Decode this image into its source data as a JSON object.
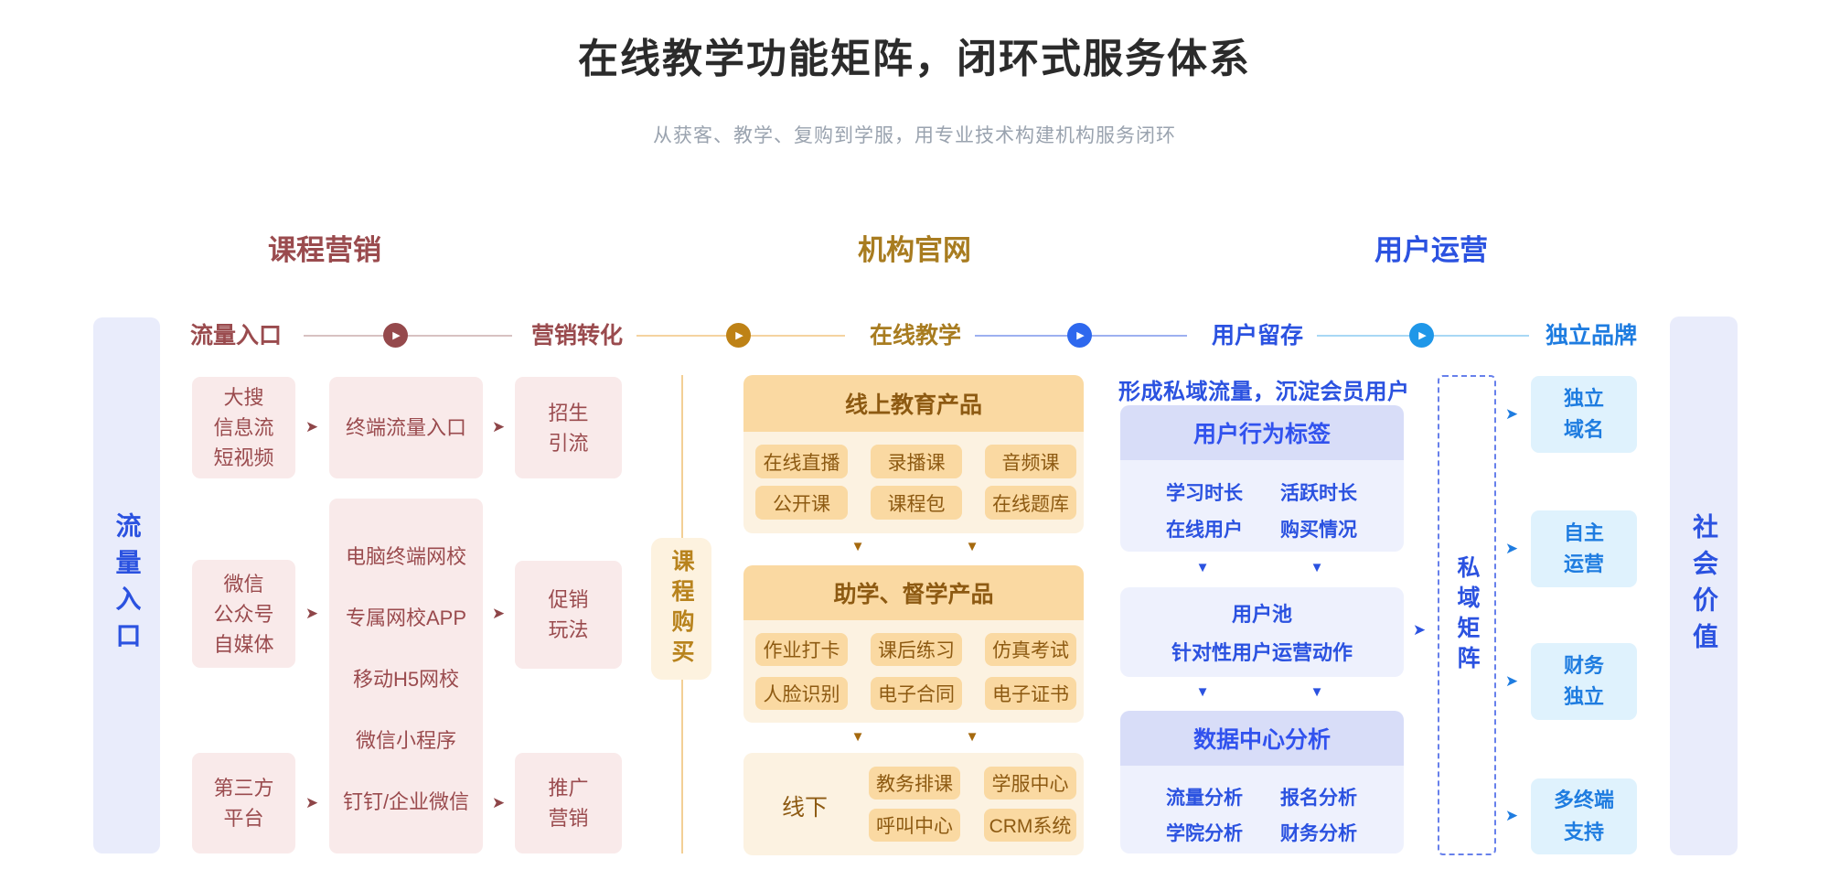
{
  "header": {
    "title": "在线教学功能矩阵，闭环式服务体系",
    "subtitle": "从获客、教学、复购到学服，用专业技术构建机构服务闭环"
  },
  "section_titles": {
    "course_marketing": "课程营销",
    "org_website": "机构官网",
    "user_operation": "用户运营"
  },
  "flow_stages": [
    "流量入口",
    "营销转化",
    "在线教学",
    "用户留存",
    "独立品牌"
  ],
  "side_bars": {
    "left": "流量入口",
    "right": "社会价值"
  },
  "traffic_sources": [
    "大搜\n信息流\n短视频",
    "微信\n公众号\n自媒体",
    "第三方\n平台"
  ],
  "terminal": {
    "entry": "终端流量入口",
    "platforms": "电脑终端网校\n专属网校APP\n移动H5网校\n微信小程序\n钉钉/企业微信"
  },
  "conversion": [
    "招生\n引流",
    "促销\n玩法",
    "推广\n营销"
  ],
  "purchase_bar": "课程购买",
  "online_products": {
    "header": "线上教育产品",
    "chips": [
      "在线直播",
      "录播课",
      "音频课",
      "公开课",
      "课程包",
      "在线题库"
    ]
  },
  "study_products": {
    "header": "助学、督学产品",
    "chips": [
      "作业打卡",
      "课后练习",
      "仿真考试",
      "人脸识别",
      "电子合同",
      "电子证书"
    ]
  },
  "offline": {
    "label": "线下",
    "chips": [
      "教务排课",
      "学服中心",
      "呼叫中心",
      "CRM系统"
    ]
  },
  "retention": {
    "headline": "形成私域流量，沉淀会员用户",
    "behavior_tags": {
      "header": "用户行为标签",
      "items": [
        "学习时长",
        "活跃时长",
        "在线用户",
        "购买情况"
      ]
    },
    "user_pool": {
      "line1": "用户池",
      "line2": "针对性用户运营动作"
    },
    "data_center": {
      "header": "数据中心分析",
      "items": [
        "流量分析",
        "报名分析",
        "学院分析",
        "财务分析"
      ]
    }
  },
  "private_matrix": "私域矩阵",
  "brand": [
    "独立\n域名",
    "自主\n运营",
    "财务\n独立",
    "多终端\n支持"
  ],
  "icons": {
    "flow_node": "play-circle-icon",
    "right_arrow": "arrow-right-icon",
    "down_arrow": "arrow-down-icon"
  },
  "colors": {
    "maroon_text": "#9a4b4e",
    "maroon_node": "#95494c",
    "pink_box": "#f9eaea",
    "pink_line": "#d8c2c2",
    "gold_text": "#a87c20",
    "gold_node": "#be8216",
    "gold_line": "#f5d3a0",
    "orange_header": "#fad9a2",
    "orange_body": "#fcf2e1",
    "orange_text": "#8d5a12",
    "purchase_bg": "#fdf2df",
    "purchase_text": "#b8831d",
    "divider": "#f3cf95",
    "indigo_text": "#2b52e0",
    "indigo_header": "#d8ddf8",
    "indigo_body": "#eef1fd",
    "blue_node": "#2e68ee",
    "blue_line": "#9db0f0",
    "lightblue_text": "#1e7ce0",
    "lightblue_box": "#dff2fd",
    "lightblue_node": "#1f97e8",
    "lightblue_line": "#a8d8f5",
    "dashed_border": "#6780eb",
    "bar_bg": "#e9ecfb",
    "title": "#2b2b2b",
    "subtitle": "#9aa3af"
  }
}
